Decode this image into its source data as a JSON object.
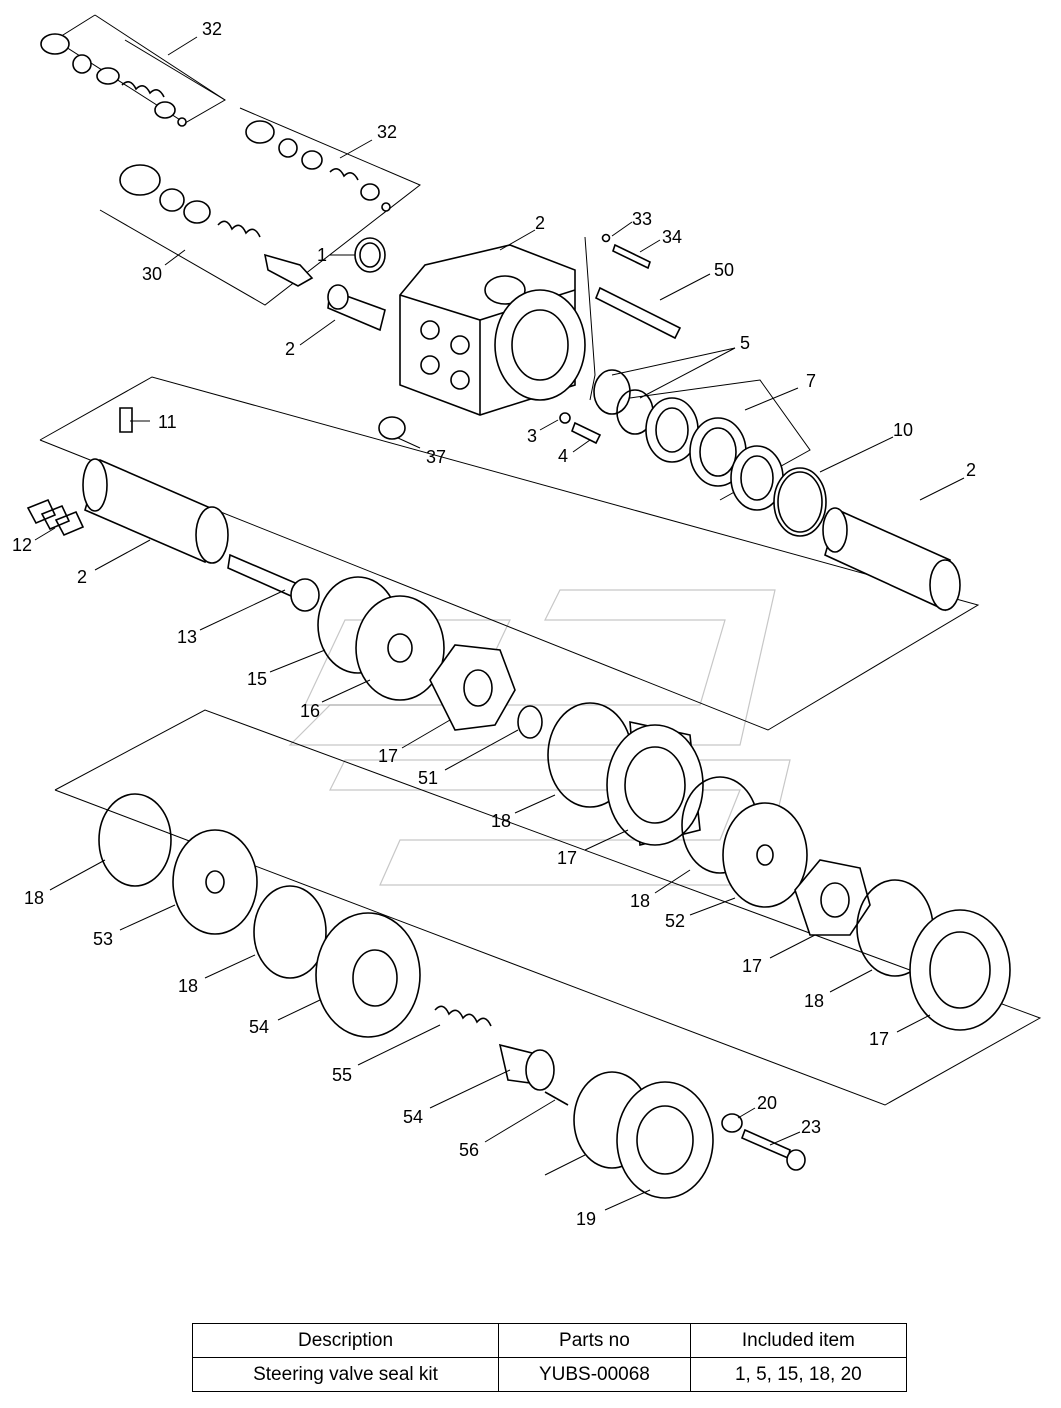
{
  "diagram": {
    "callouts": [
      "32",
      "32",
      "2",
      "33",
      "34",
      "1",
      "30",
      "50",
      "2",
      "5",
      "7",
      "10",
      "2",
      "11",
      "3",
      "37",
      "4",
      "12",
      "2",
      "13",
      "15",
      "16",
      "17",
      "51",
      "18",
      "17",
      "18",
      "53",
      "52",
      "17",
      "18",
      "54",
      "18",
      "17",
      "55",
      "20",
      "23",
      "54",
      "56",
      "18",
      "19"
    ]
  },
  "table": {
    "headers": [
      "Description",
      "Parts no",
      "Included item"
    ],
    "rows": [
      [
        "Steering valve seal kit",
        "YUBS-00068",
        "1, 5, 15, 18, 20"
      ]
    ]
  }
}
